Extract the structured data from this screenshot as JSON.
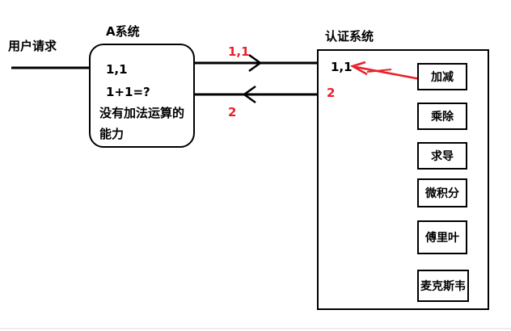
{
  "user_request": "用户请求",
  "system_a": {
    "title": "A系统",
    "line1": "1,1",
    "line2": "1+1=?",
    "note_line1": "没有加法运算的",
    "note_line2": "能力"
  },
  "auth_system": {
    "title": "认证系统",
    "input_value": "1,1",
    "output_value": "2",
    "modules": [
      "加减",
      "乘除",
      "求导",
      "微积分",
      "傅里叶",
      "麦克斯韦"
    ]
  },
  "flow": {
    "request_label": "1,1",
    "response_label": "2"
  },
  "colors": {
    "annotation": "#e8202a",
    "lines": "#000000"
  }
}
